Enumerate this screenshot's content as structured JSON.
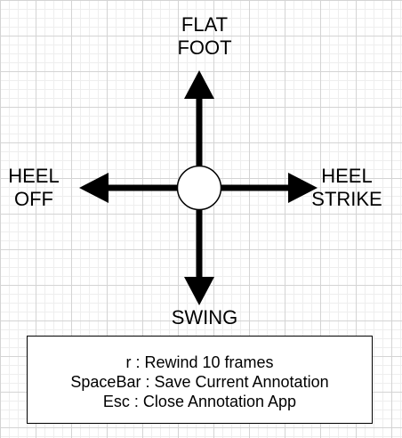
{
  "labels": {
    "top": {
      "line1": "FLAT",
      "line2": "FOOT"
    },
    "left": {
      "line1": "HEEL",
      "line2": "OFF"
    },
    "right": {
      "line1": "HEEL",
      "line2": "STRIKE"
    },
    "bottom": {
      "line1": "SWING"
    }
  },
  "legend": {
    "lines": [
      "r : Rewind 10 frames",
      "SpaceBar : Save Current Annotation",
      "Esc : Close Annotation App"
    ]
  },
  "colors": {
    "ink": "#000000",
    "center_fill": "#ffffff",
    "background": "#ffffff"
  }
}
